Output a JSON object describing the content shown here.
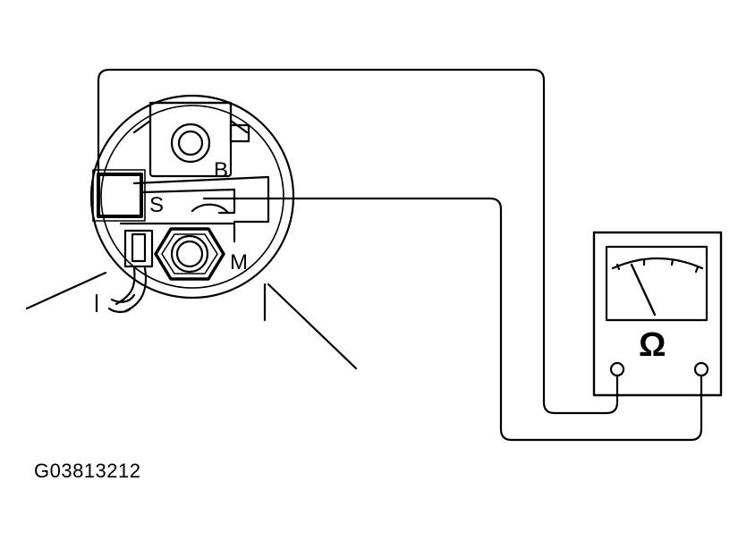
{
  "labels": {
    "terminal_b": "B",
    "terminal_s": "S",
    "terminal_m": "M",
    "meter_symbol": "Ω"
  },
  "figure_id": "G03813212",
  "colors": {
    "line": "#000000",
    "background": "#ffffff"
  }
}
